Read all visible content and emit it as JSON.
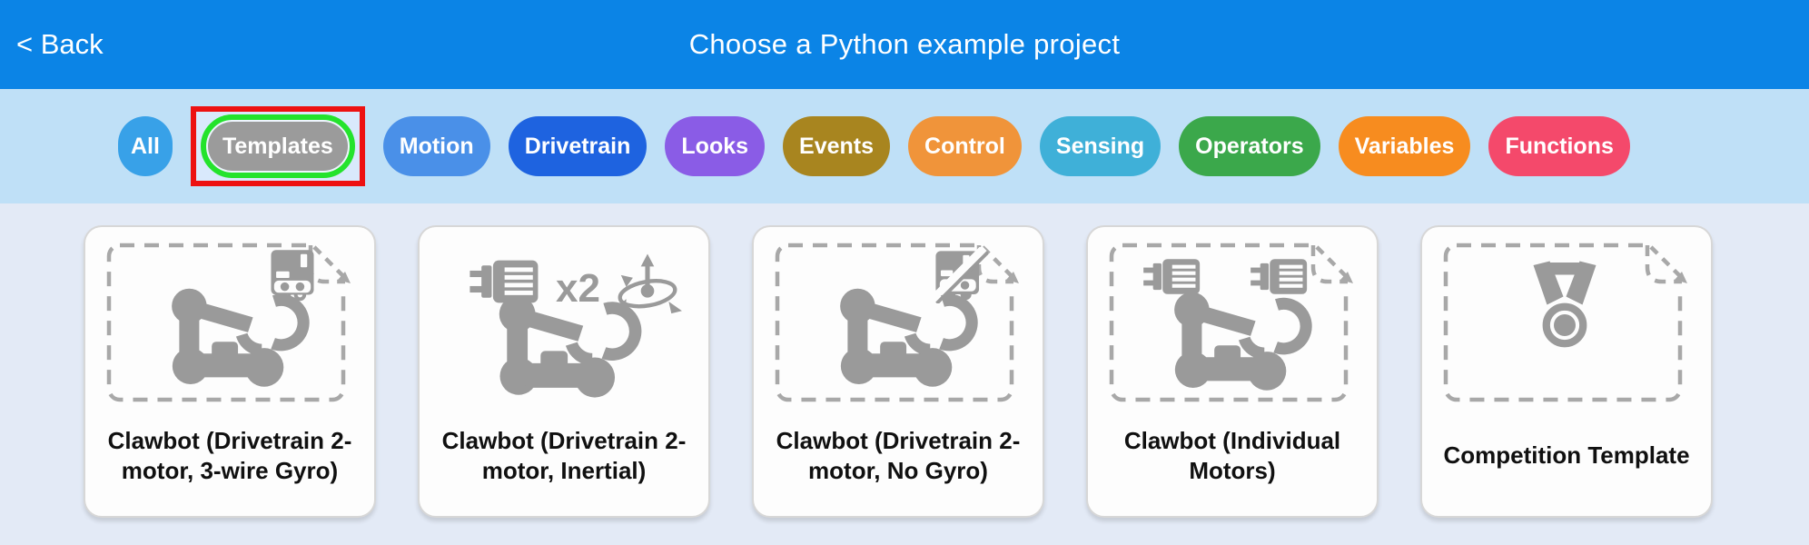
{
  "colors": {
    "header_bg": "#0b84e6",
    "filter_bar_bg": "#bfe0f7",
    "page_bg": "#e3eaf6",
    "card_bg": "#fdfdfd",
    "icon_gray": "#9a9a9a",
    "annotation_box": "#ed1111",
    "annotation_ring": "#24e32c"
  },
  "header": {
    "back_label": "< Back",
    "title": "Choose a Python example project"
  },
  "filters": {
    "items": [
      {
        "label": "All",
        "color": "#38a1e8"
      },
      {
        "label": "Templates",
        "color": "#9b9b9b",
        "highlighted": true
      },
      {
        "label": "Motion",
        "color": "#4a90e8"
      },
      {
        "label": "Drivetrain",
        "color": "#1e63e0"
      },
      {
        "label": "Looks",
        "color": "#8a5ce6"
      },
      {
        "label": "Events",
        "color": "#a8851f"
      },
      {
        "label": "Control",
        "color": "#f0943a"
      },
      {
        "label": "Sensing",
        "color": "#3fb0d8"
      },
      {
        "label": "Operators",
        "color": "#3ba84b"
      },
      {
        "label": "Variables",
        "color": "#f78c1f"
      },
      {
        "label": "Functions",
        "color": "#f4496b"
      }
    ]
  },
  "cards": [
    {
      "title": "Clawbot (Drivetrain 2-motor, 3-wire Gyro)"
    },
    {
      "title": "Clawbot (Drivetrain 2-motor, Inertial)",
      "motor_count_label": "x2"
    },
    {
      "title": "Clawbot (Drivetrain 2-motor, No Gyro)"
    },
    {
      "title": "Clawbot (Individual Motors)"
    },
    {
      "title": "Competition Template"
    }
  ]
}
